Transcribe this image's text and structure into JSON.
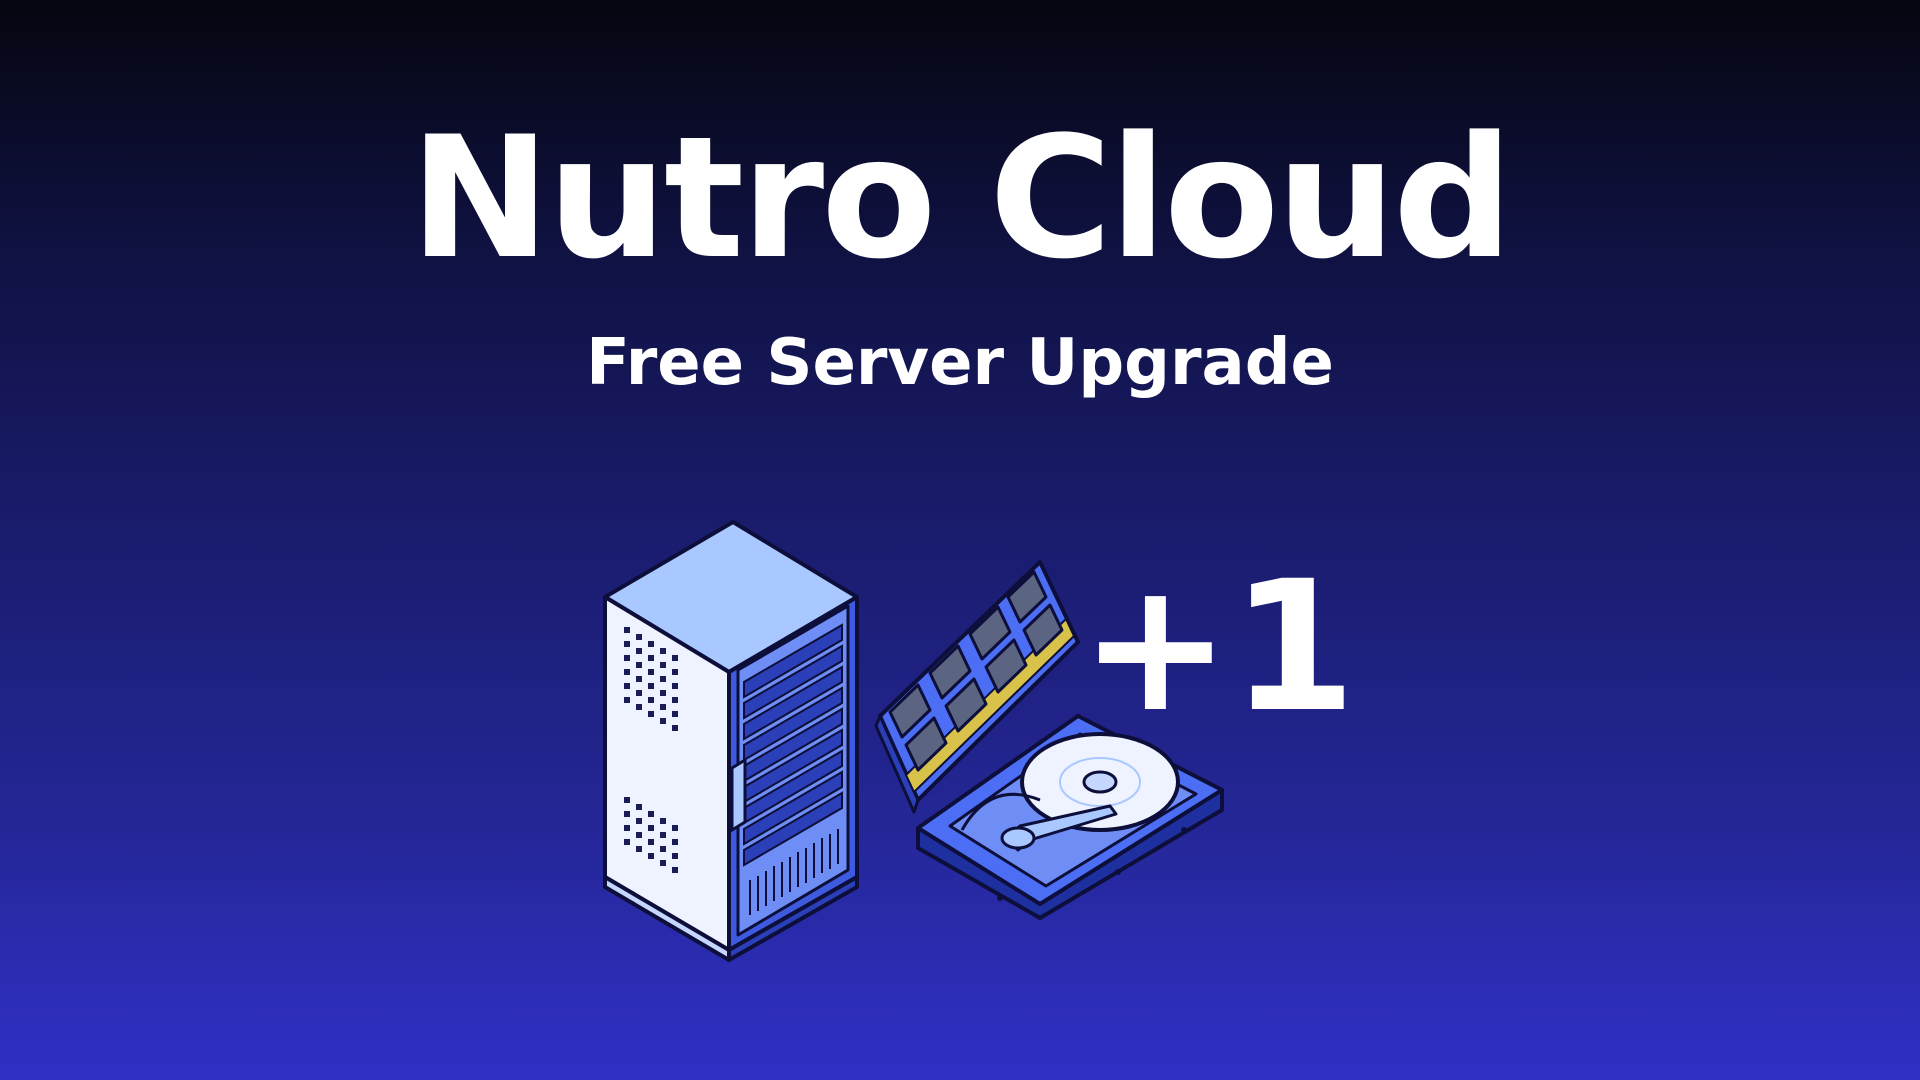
{
  "hero": {
    "title": "Nutro Cloud",
    "subtitle": "Free Server Upgrade",
    "badge": "+1"
  },
  "icons": [
    "server-rack-icon",
    "ram-module-icon",
    "hard-drive-icon"
  ],
  "colors": {
    "background_top": "#05060f",
    "background_bottom": "#3030c6",
    "text": "#ffffff",
    "accent_blue": "#4c6ef5",
    "light_blue": "#a9c8ff",
    "chip_gray": "#5b6480",
    "gold_pins": "#d8c24a",
    "outline": "#0d0f3a"
  }
}
